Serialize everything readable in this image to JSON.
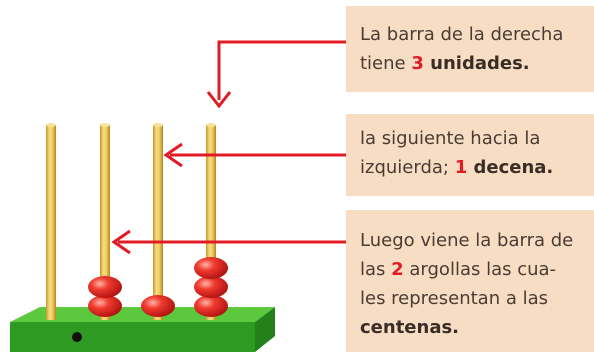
{
  "callouts": {
    "units": {
      "line1": "La barra de la derecha",
      "line2_pre": "tiene ",
      "number": "3",
      "line2_post": " unidades."
    },
    "tens": {
      "line1": "la siguiente hacia la",
      "line2_pre": "izquierda; ",
      "number": "1",
      "line2_post": " decena."
    },
    "hundreds": {
      "line1": "Luego viene la barra de",
      "line2_pre": "las ",
      "number": "2",
      "line2_post": " argollas las cua-",
      "line3": "les representan a las",
      "line4": "centenas."
    }
  },
  "abacus": {
    "rods": 4,
    "beads_per_rod": [
      0,
      2,
      1,
      3
    ]
  },
  "colors": {
    "arrow": "#e01b24",
    "callout_bg": "#f7ddc4",
    "base_green": "#3fae2a",
    "bead_red": "#e8231f",
    "rod_gold": "#e7c04a"
  }
}
